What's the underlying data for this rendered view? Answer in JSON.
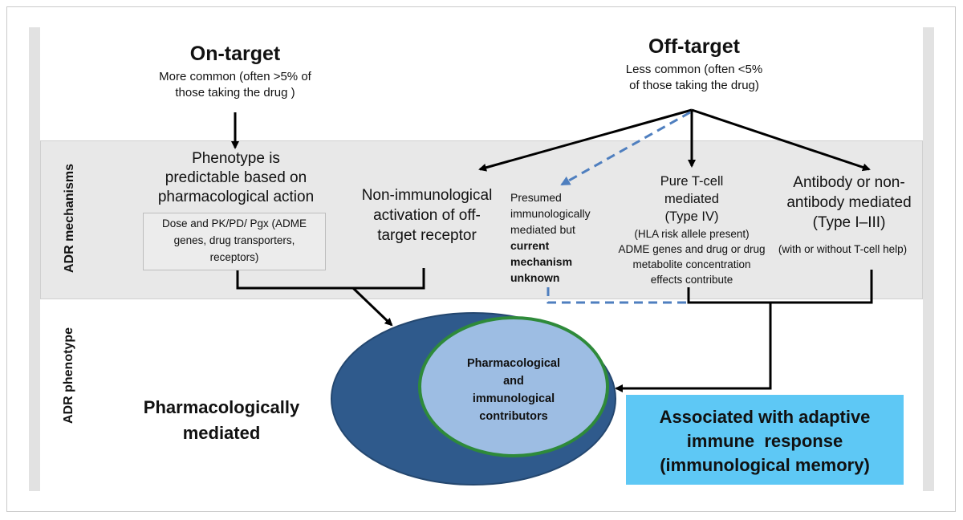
{
  "left_labels": {
    "mechanisms": "ADR mechanisms",
    "phenotype": "ADR phenotype"
  },
  "on_target": {
    "title": "On-target",
    "subtitle_line1": "More common (often >5% of",
    "subtitle_line2": "those taking the drug )"
  },
  "off_target": {
    "title": "Off-target",
    "subtitle_line1": "Less common (often <5%",
    "subtitle_line2": "of those taking the drug)"
  },
  "phenotype_predictable": {
    "line1": "Phenotype is",
    "line2": "predictable based on",
    "line3": "pharmacological action"
  },
  "dose_box": {
    "line1": "Dose and PK/PD/ Pgx (ADME",
    "line2": "genes, drug transporters,",
    "line3": "receptors)"
  },
  "non_immunological": {
    "line1": "Non-immunological",
    "line2": "activation of off-",
    "line3": "target receptor"
  },
  "presumed": {
    "line1": "Presumed",
    "line2": "immunologically",
    "line3": "mediated but",
    "bold1": "current",
    "bold2": "mechanism",
    "bold3": "unknown"
  },
  "pure_tcell": {
    "line1": "Pure T-cell",
    "line2": "mediated",
    "line3": "(Type IV)",
    "detail1": "(HLA risk allele present)",
    "detail2": "ADME genes and drug or drug",
    "detail3": "metabolite concentration",
    "detail4": "effects contribute"
  },
  "antibody": {
    "line1": "Antibody or non-",
    "line2": "antibody mediated",
    "line3": "(Type I–III)",
    "detail": "(with or without T-cell help)"
  },
  "pharmacologically_mediated": {
    "line1": "Pharmacologically",
    "line2": "mediated"
  },
  "inner_ellipse": {
    "line1": "Pharmacological",
    "line2": "and",
    "line3": "immunological",
    "line4": "contributors"
  },
  "adaptive_box": {
    "line1": "Associated with adaptive",
    "line2": "immune  response",
    "line3": "(immunological memory)"
  },
  "colors": {
    "outer_ellipse": "#2f5a8c",
    "inner_ellipse": "#9dbde3",
    "inner_ellipse_border": "#2e8a3a",
    "adaptive_box": "#5ec8f5",
    "dashed_arrow": "#4f7fbf",
    "band": "#e8e8e8"
  }
}
